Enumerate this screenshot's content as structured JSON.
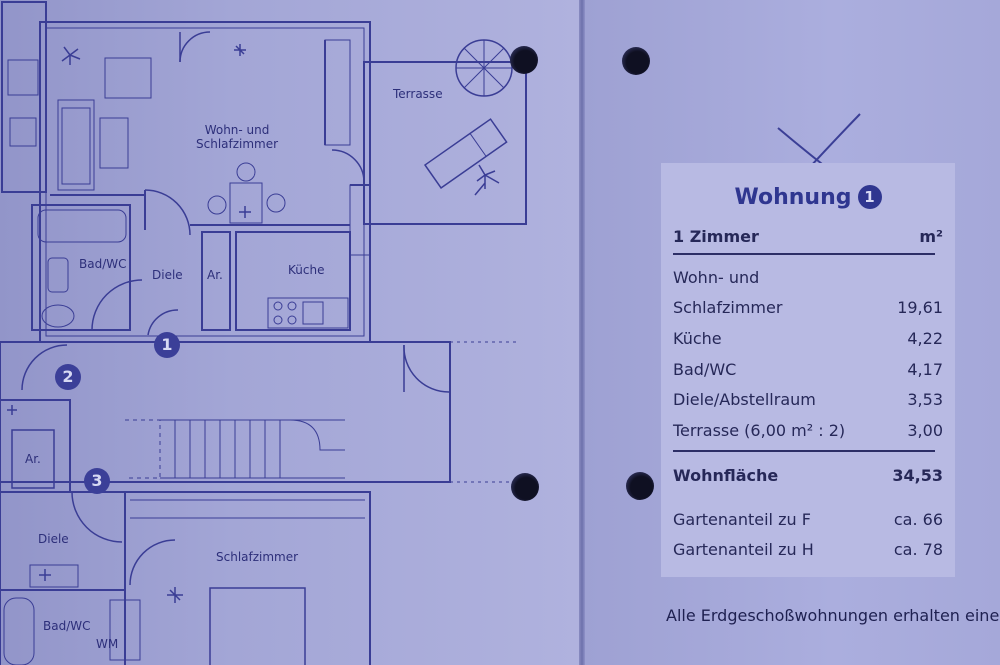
{
  "floor_plan": {
    "rooms": {
      "wohn": "Wohn- und\nSchlafzimmer",
      "terrasse": "Terrasse",
      "bad_top": "Bad/WC",
      "diele_top": "Diele",
      "ar_top": "Ar.",
      "kueche": "Küche",
      "ar_bottom": "Ar.",
      "diele_bottom": "Diele",
      "schlafzimmer": "Schlafzimmer",
      "bad_bottom": "Bad/WC",
      "wm": "WM"
    },
    "markers": [
      "1",
      "2",
      "3"
    ]
  },
  "info": {
    "title": "Wohnung",
    "title_number": "1",
    "header_label": "1 Zimmer",
    "header_unit": "m²",
    "rows": [
      {
        "label": "Wohn- und",
        "value": ""
      },
      {
        "label": "Schlafzimmer",
        "value": "19,61"
      },
      {
        "label": "Küche",
        "value": "4,22"
      },
      {
        "label": "Bad/WC",
        "value": "4,17"
      },
      {
        "label": "Diele/Abstellraum",
        "value": "3,53"
      },
      {
        "label": "Terrasse (6,00 m² : 2)",
        "value": "3,00"
      }
    ],
    "total_label": "Wohnfläche",
    "total_value": "34,53",
    "garden": [
      {
        "label": "Gartenanteil zu F",
        "value": "ca. 66"
      },
      {
        "label": "Gartenanteil zu H",
        "value": "ca. 78"
      }
    ]
  },
  "footer": "Alle Erdgeschoßwohnungen erhalten eine",
  "colors": {
    "ink": "#2d2f7a",
    "accent": "#2f3690",
    "paper": "#abaede",
    "box": "#b8bae3"
  }
}
